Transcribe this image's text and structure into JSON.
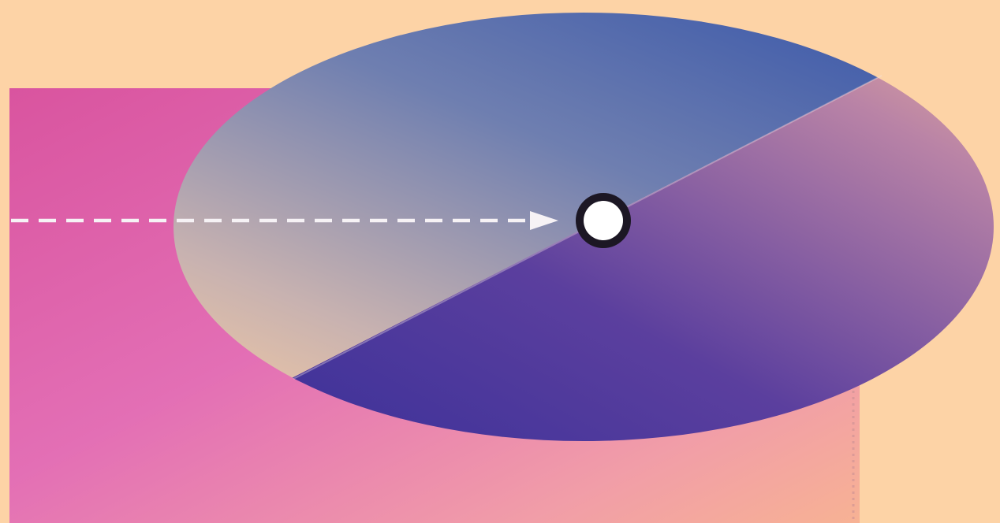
{
  "colors": {
    "background": "#fdd3a6",
    "square_pink": "#dd62b4",
    "square_peach": "#f7b294",
    "disc_upper_blue": "#2f4fa8",
    "disc_upper_pale": "#f1c8a3",
    "disc_lower_indigo": "#3a2d98",
    "disc_lower_peach": "#f3b899",
    "dashed_ray": "#f6f2f5",
    "pivot_ring": "#1c1724",
    "pivot_fill": "#ffffff"
  },
  "elements": {
    "square_shape": "pink-gradient square",
    "disc_shape": "two-tone split disc",
    "ray_shape": "dashed arrow to pivot",
    "pivot_shape": "pivot point"
  }
}
